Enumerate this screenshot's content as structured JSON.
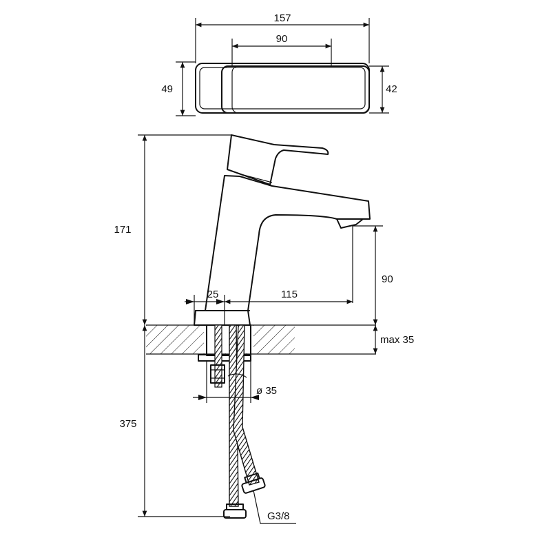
{
  "dimensions": {
    "top_width": "157",
    "lever_width": "90",
    "left_depth": "49",
    "right_depth": "42",
    "height": "171",
    "spout_height": "90",
    "offset": "25",
    "reach": "115",
    "max_thickness": "max 35",
    "hole_diameter": "ø 35",
    "hose_length": "375",
    "thread": "G3/8"
  },
  "colors": {
    "line": "#111111",
    "background": "#ffffff"
  }
}
